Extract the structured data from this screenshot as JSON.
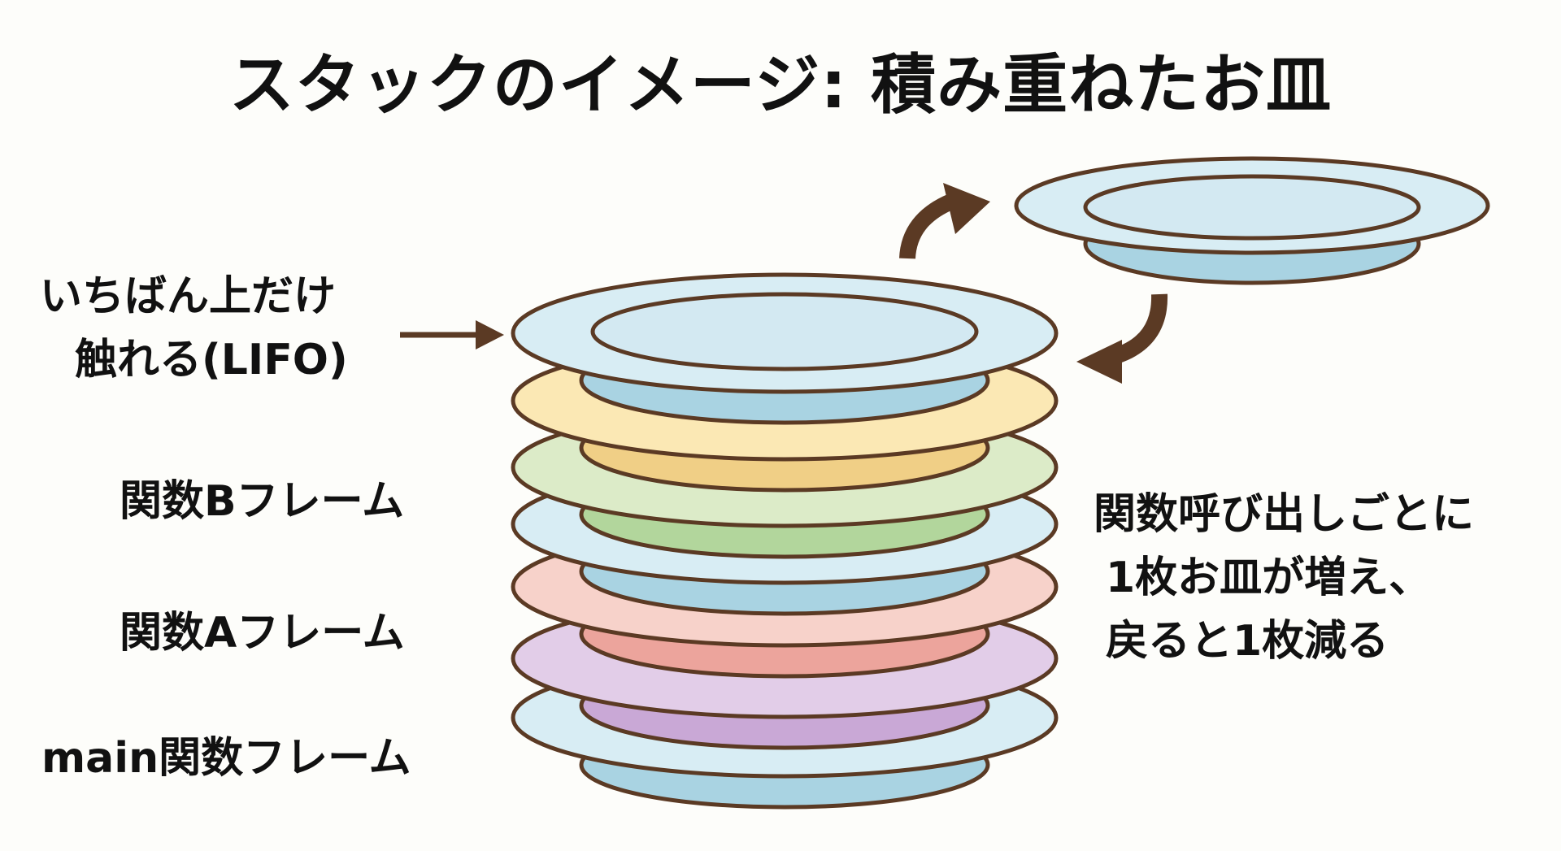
{
  "title": "スタックのイメージ: 積み重ねたお皿",
  "left_labels": {
    "top_line1": "いちばん上だけ",
    "top_line2": "触れる(LIFO)",
    "frame_b": "関数Bフレーム",
    "frame_a": "関数Aフレーム",
    "frame_main": "main関数フレーム"
  },
  "right_note": {
    "line1": "関数呼び出しごとに",
    "line2": "1枚お皿が増え、",
    "line3": "戻ると1枚減る"
  },
  "colors": {
    "outline": "#5b3a24",
    "blue": "#d8edf4",
    "yellow": "#fbe8b4",
    "green": "#dcebc8",
    "pink": "#f7d2ca",
    "purple": "#e2cde8"
  },
  "plates": [
    {
      "name": "bottom-blue",
      "color": "#d8edf4",
      "foot": "#a9d3e2"
    },
    {
      "name": "purple",
      "color": "#e2cde8",
      "foot": "#c9a8d6"
    },
    {
      "name": "pink",
      "color": "#f7d2ca",
      "foot": "#eca49c"
    },
    {
      "name": "blue",
      "color": "#d8edf4",
      "foot": "#a9d3e2"
    },
    {
      "name": "green",
      "color": "#dcebc8",
      "foot": "#b2d69c"
    },
    {
      "name": "yellow",
      "color": "#fbe8b4",
      "foot": "#f0cf86"
    },
    {
      "name": "top-blue",
      "color": "#d8edf4",
      "foot": "#a9d3e2"
    }
  ]
}
